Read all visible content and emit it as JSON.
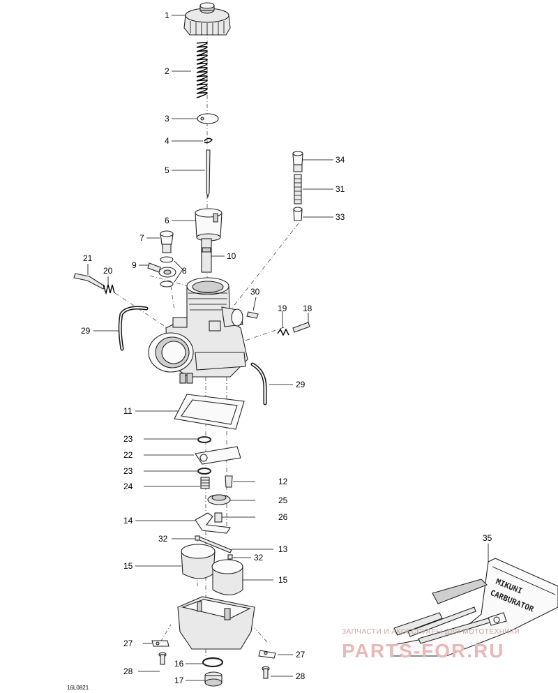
{
  "drawing_code": "16L0821",
  "callouts": [
    "1",
    "2",
    "3",
    "4",
    "5",
    "6",
    "7",
    "8",
    "9",
    "10",
    "11",
    "12",
    "13",
    "14",
    "15",
    "16",
    "17",
    "18",
    "19",
    "20",
    "21",
    "22",
    "23",
    "24",
    "25",
    "26",
    "27",
    "28",
    "29",
    "30",
    "31",
    "32",
    "33",
    "34",
    "35"
  ],
  "kit_label": {
    "line1": "MIKUNI",
    "line2": "CARBURATOR"
  },
  "watermark": {
    "line1": "ЗАПЧАСТИ И АКСЕССУАРЫ ДЛЯ МОТОТЕХНИКИ",
    "line2": "PARTS-FOR.RU"
  }
}
